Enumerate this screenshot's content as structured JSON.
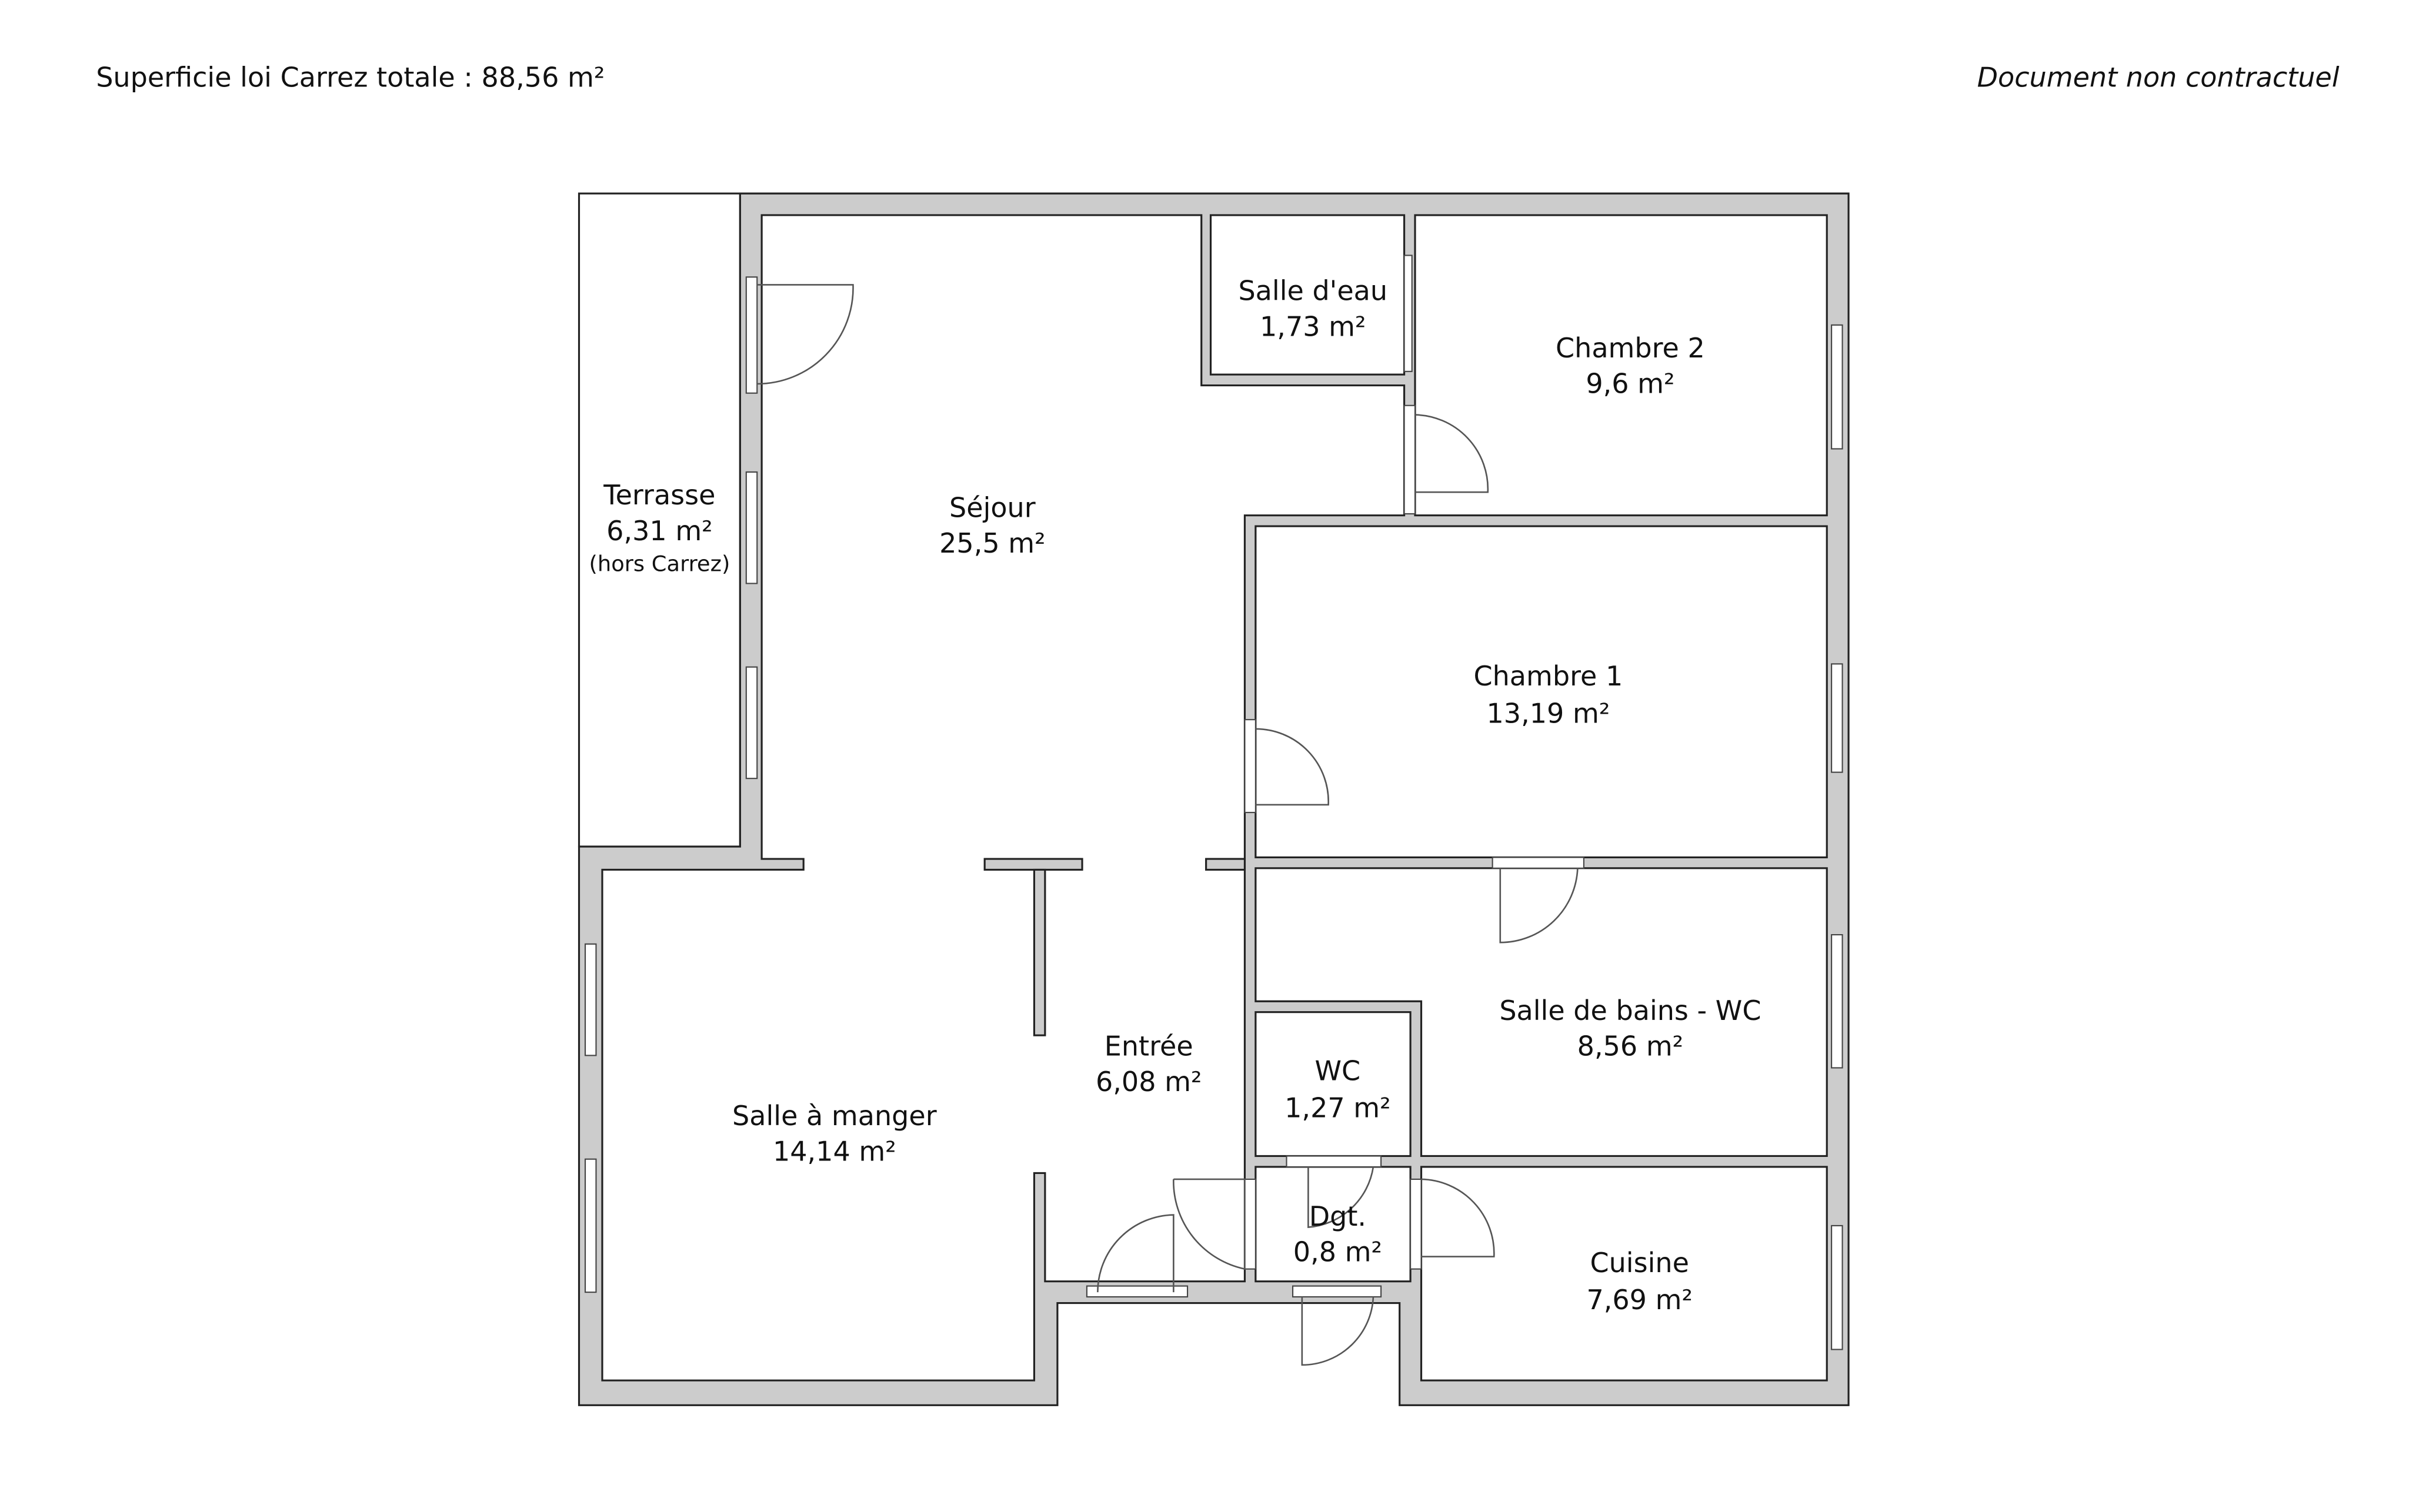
{
  "header": {
    "total_area_label": "Superficie loi Carrez totale :  88,56  m²",
    "disclaimer": "Document non contractuel"
  },
  "rooms": {
    "terrasse": {
      "name": "Terrasse",
      "area": "6,31 m²",
      "note": "(hors Carrez)"
    },
    "sejour": {
      "name": "Séjour",
      "area": "25,5 m²"
    },
    "salle_eau": {
      "name": "Salle d'eau",
      "area": "1,73 m²"
    },
    "chambre2": {
      "name": "Chambre 2",
      "area": "9,6 m²"
    },
    "chambre1": {
      "name": "Chambre 1",
      "area": "13,19 m²"
    },
    "salle_manger": {
      "name": "Salle à manger",
      "area": "14,14 m²"
    },
    "entree": {
      "name": "Entrée",
      "area": "6,08 m²"
    },
    "sdb": {
      "name": "Salle de bains - WC",
      "area": "8,56 m²"
    },
    "wc": {
      "name": "WC",
      "area": "1,27 m²"
    },
    "dgt": {
      "name": "Dgt.",
      "area": "0,8 m²"
    },
    "cuisine": {
      "name": "Cuisine",
      "area": "7,69 m²"
    }
  }
}
